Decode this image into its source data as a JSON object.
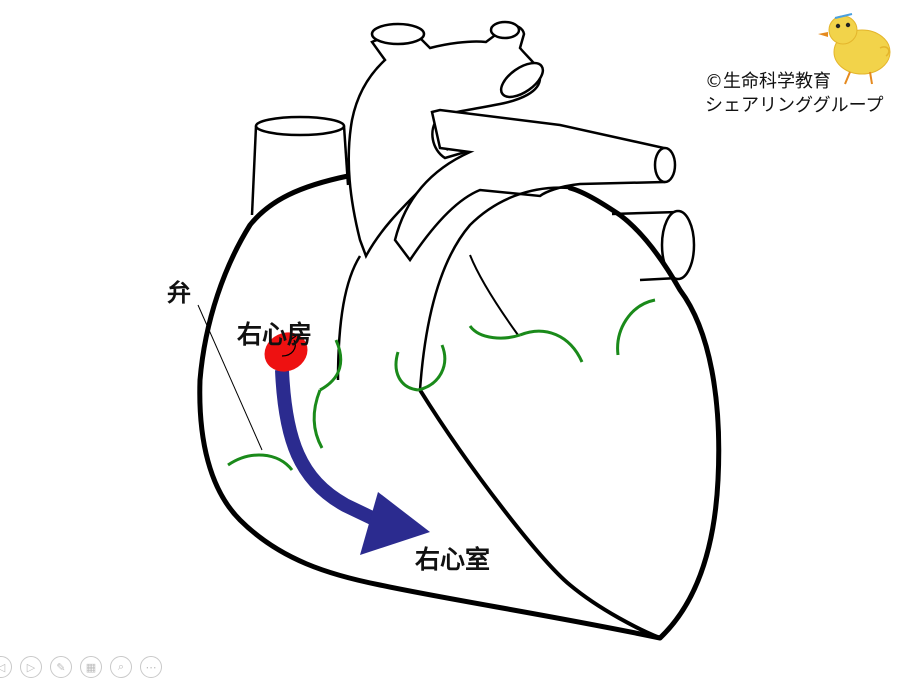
{
  "credit": {
    "line1": "©生命科学教育",
    "line2": "シェアリンググループ"
  },
  "labels": {
    "valve": "弁",
    "right_atrium": "右心房",
    "right_ventricle": "右心室"
  },
  "colors": {
    "outline": "#000000",
    "valve": "#1a8a1a",
    "blood_drop": "#ee1111",
    "arrow": "#2b2b8f"
  },
  "toolbar": {
    "buttons": [
      {
        "name": "prev-slide-icon",
        "glyph": "◁"
      },
      {
        "name": "play-icon",
        "glyph": "▷"
      },
      {
        "name": "pen-icon",
        "glyph": "✎"
      },
      {
        "name": "slides-grid-icon",
        "glyph": "▦"
      },
      {
        "name": "zoom-icon",
        "glyph": "⌕"
      },
      {
        "name": "more-icon",
        "glyph": "⋯"
      }
    ]
  }
}
